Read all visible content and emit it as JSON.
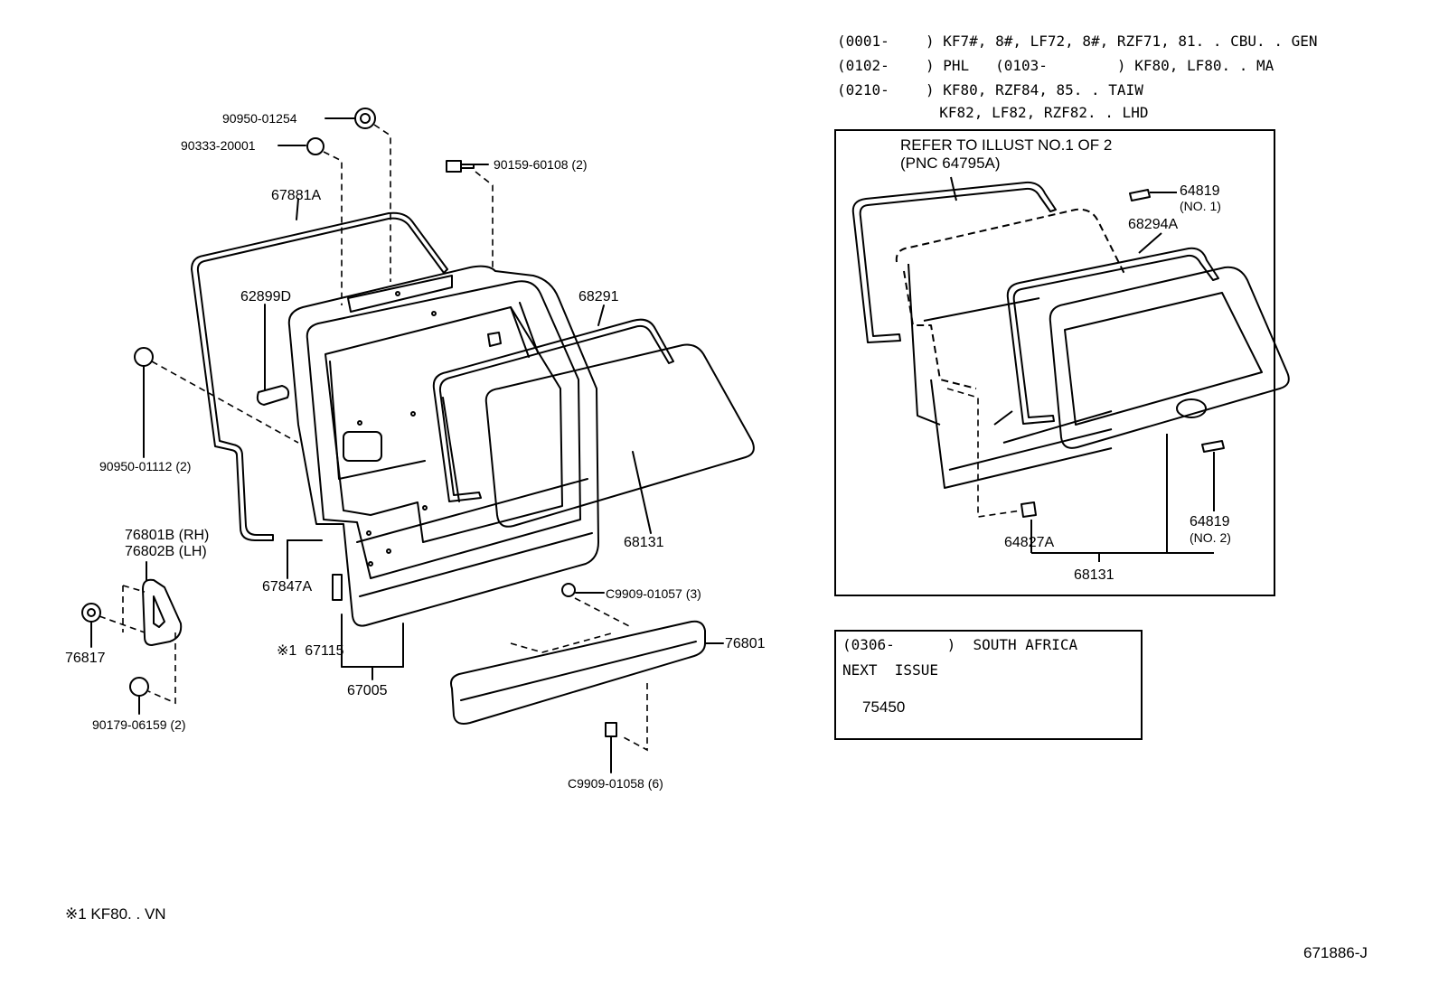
{
  "header": {
    "lines": [
      {
        "range": "(0001-",
        "models": ") KF7#, 8#, LF72, 8#, RZF71, 81. . CBU. . GEN"
      },
      {
        "range": "(0102-",
        "models": ") PHL   (0103-        ) KF80, LF80. . MA"
      },
      {
        "range": "(0210-",
        "models": ") KF80, RZF84, 85. . TAIW"
      },
      {
        "range": "",
        "models": "  KF82, LF82, RZF82. . LHD"
      }
    ]
  },
  "main_labels": {
    "p90950_01254": "90950-01254",
    "p90333_20001": "90333-20001",
    "p90159_60108": "90159-60108 (2)",
    "p67881A": "67881A",
    "p62899D": "62899D",
    "p68291": "68291",
    "p90950_01112": "90950-01112 (2)",
    "p76801B": "76801B (RH)",
    "p76802B": "76802B (LH)",
    "p67847A": "67847A",
    "p68131": "68131",
    "pC9909_01057": "C9909-01057 (3)",
    "p76817": "76817",
    "p67115": "※1  67115",
    "p76801": "76801",
    "p67005": "67005",
    "p90179_06159": "90179-06159 (2)",
    "pC9909_01058": "C9909-01058 (6)"
  },
  "inset": {
    "refer_line1": "REFER TO ILLUST NO.1 OF 2",
    "refer_line2": "(PNC 64795A)",
    "p64819_no1": "64819",
    "no1": "(NO. 1)",
    "p68294A": "68294A",
    "p64827A": "64827A",
    "p64819_no2": "64819",
    "no2": "(NO. 2)",
    "p68131": "68131"
  },
  "notice": {
    "line1": "(0306-      )  SOUTH AFRICA",
    "line2": "NEXT  ISSUE",
    "line3": "75450"
  },
  "footnote": "※1 KF80. . VN",
  "diagram_id": "671886-J"
}
